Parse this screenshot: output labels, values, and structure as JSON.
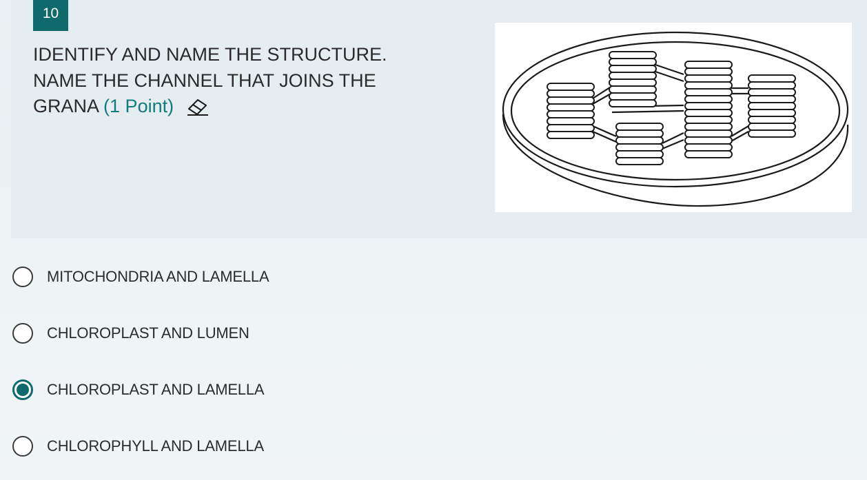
{
  "question": {
    "number": "10",
    "line1": "IDENTIFY  AND NAME THE  STRUCTURE.",
    "line2": "NAME THE CHANNEL THAT JOINS THE",
    "line3": "GRANA",
    "points": "(1 Point)"
  },
  "options": [
    {
      "label": "MITOCHONDRIA AND LAMELLA",
      "selected": false
    },
    {
      "label": "CHLOROPLAST AND LUMEN",
      "selected": false
    },
    {
      "label": "CHLOROPLAST AND LAMELLA",
      "selected": true
    },
    {
      "label": "CHLOROPHYLL AND LAMELLA",
      "selected": false
    }
  ],
  "colors": {
    "accent": "#0f6b6b",
    "points_text": "#127c7c",
    "card_background": "#e6edf1"
  },
  "icons": {
    "clear_answer": "eraser-icon"
  }
}
